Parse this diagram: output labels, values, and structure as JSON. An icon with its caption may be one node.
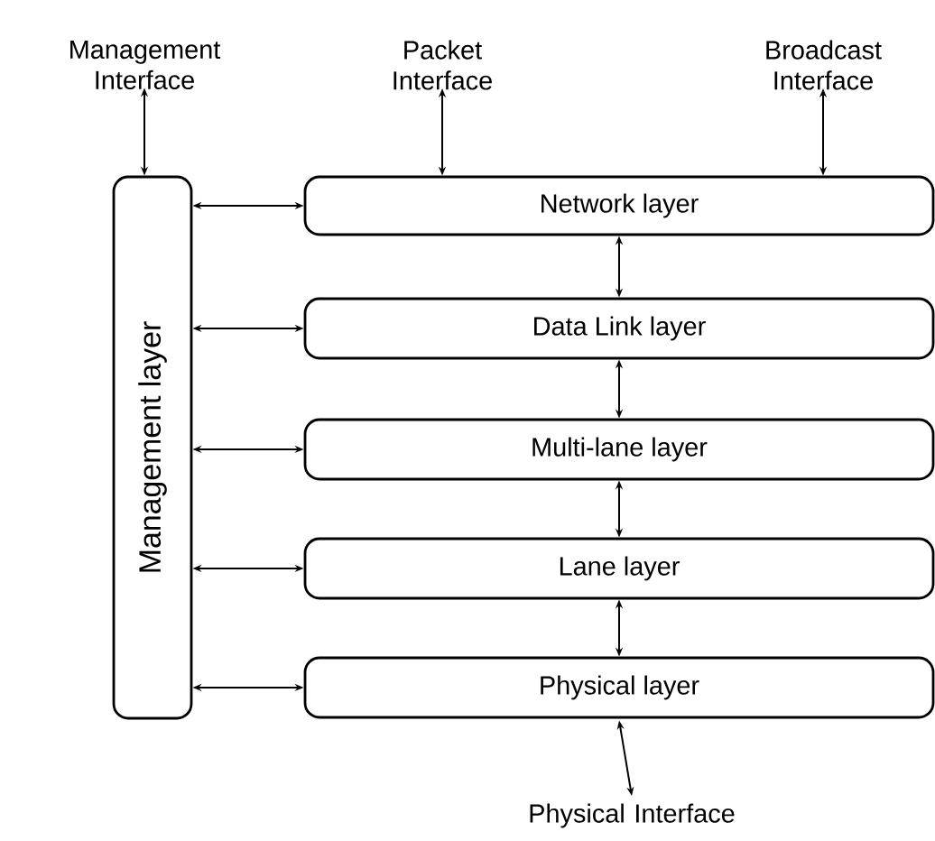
{
  "diagram": {
    "nodes": [
      {
        "text": [
          "Management Interface"
        ]
      },
      {
        "text": [
          "Packet Interface"
        ]
      },
      {
        "text": [
          "Broadcast Interface"
        ]
      },
      {
        "text": [
          "Management layer"
        ]
      },
      {
        "text": [
          "Network layer"
        ]
      },
      {
        "text": [
          "Data Link layer"
        ]
      },
      {
        "text": [
          "Multi-lane layer"
        ]
      },
      {
        "text": [
          "Lane layer"
        ]
      },
      {
        "text": [
          "Physical layer"
        ]
      },
      {
        "text": [
          "Physical Interface"
        ]
      }
    ],
    "edges": [
      {
        "from": 0,
        "to": 3,
        "arrow": "both"
      },
      {
        "from": 1,
        "to": 4,
        "arrow": "both"
      },
      {
        "from": 2,
        "to": 4,
        "arrow": "both"
      },
      {
        "from": 3,
        "to": 4,
        "arrow": "both"
      },
      {
        "from": 3,
        "to": 5,
        "arrow": "both"
      },
      {
        "from": 3,
        "to": 6,
        "arrow": "both"
      },
      {
        "from": 3,
        "to": 7,
        "arrow": "both"
      },
      {
        "from": 3,
        "to": 8,
        "arrow": "both"
      },
      {
        "from": 4,
        "to": 5,
        "arrow": "both"
      },
      {
        "from": 5,
        "to": 6,
        "arrow": "both"
      },
      {
        "from": 6,
        "to": 7,
        "arrow": "both"
      },
      {
        "from": 7,
        "to": 8,
        "arrow": "both"
      },
      {
        "from": 8,
        "to": 9,
        "arrow": "both"
      }
    ]
  }
}
